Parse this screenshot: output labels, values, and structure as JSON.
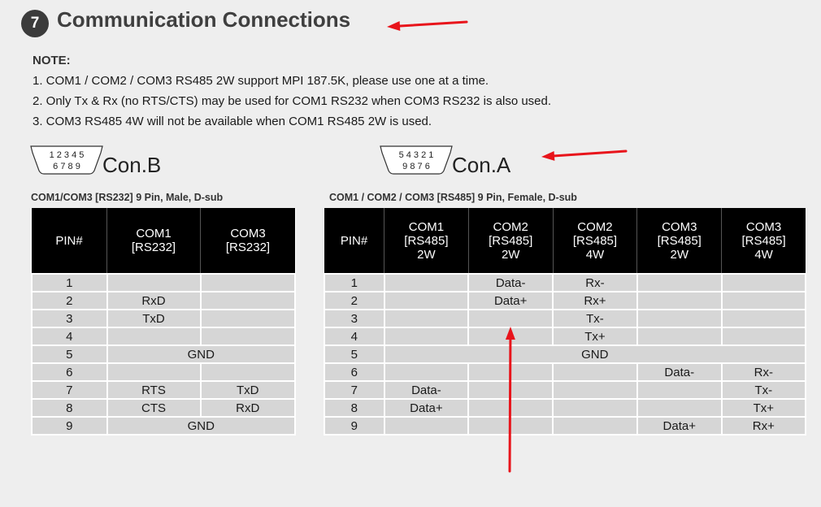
{
  "header": {
    "section_number": "7",
    "title": "Communication Connections"
  },
  "note": {
    "heading": "NOTE:",
    "lines": [
      "1. COM1 / COM2 / COM3 RS485 2W support MPI 187.5K, please use one at a time.",
      "2. Only Tx & Rx (no RTS/CTS) may be used for COM1 RS232 when COM3 RS232 is also used.",
      "3. COM3 RS485 4W will not be available when COM1 RS485 2W is used."
    ]
  },
  "connector_b": {
    "pins_top": "1 2 3 4 5",
    "pins_bottom": "6 7 8 9",
    "label": "Con.B",
    "caption": "COM1/COM3 [RS232] 9 Pin, Male, D-sub",
    "headers": [
      [
        "PIN#"
      ],
      [
        "COM1",
        "[RS232]"
      ],
      [
        "COM3",
        "[RS232]"
      ]
    ],
    "rows": [
      [
        "1",
        "",
        ""
      ],
      [
        "2",
        "RxD",
        ""
      ],
      [
        "3",
        "TxD",
        ""
      ],
      [
        "4",
        "",
        ""
      ],
      [
        "5",
        "GND"
      ],
      [
        "6",
        "",
        ""
      ],
      [
        "7",
        "RTS",
        "TxD"
      ],
      [
        "8",
        "CTS",
        "RxD"
      ],
      [
        "9",
        "GND"
      ]
    ]
  },
  "connector_a": {
    "pins_top": "5 4 3 2 1",
    "pins_bottom": "9 8 7 6",
    "label": "Con.A",
    "caption": "COM1 / COM2 / COM3 [RS485] 9 Pin, Female, D-sub",
    "headers": [
      [
        "PIN#"
      ],
      [
        "COM1",
        "[RS485]",
        "2W"
      ],
      [
        "COM2",
        "[RS485]",
        "2W"
      ],
      [
        "COM2",
        "[RS485]",
        "4W"
      ],
      [
        "COM3",
        "[RS485]",
        "2W"
      ],
      [
        "COM3",
        "[RS485]",
        "4W"
      ]
    ],
    "rows": [
      [
        "1",
        "",
        "Data-",
        "Rx-",
        "",
        ""
      ],
      [
        "2",
        "",
        "Data+",
        "Rx+",
        "",
        ""
      ],
      [
        "3",
        "",
        "",
        "Tx-",
        "",
        ""
      ],
      [
        "4",
        "",
        "",
        "Tx+",
        "",
        ""
      ],
      [
        "5",
        "GND"
      ],
      [
        "6",
        "",
        "",
        "",
        "Data-",
        "Rx-"
      ],
      [
        "7",
        "Data-",
        "",
        "",
        "",
        "Tx-"
      ],
      [
        "8",
        "Data+",
        "",
        "",
        "",
        "Tx+"
      ],
      [
        "9",
        "",
        "",
        "",
        "Data+",
        "Rx+"
      ]
    ]
  },
  "colors": {
    "annotation_arrow": "#e8141b",
    "header_bg": "#000000",
    "cell_bg": "#d6d6d6",
    "page_bg": "#eeeeee"
  }
}
